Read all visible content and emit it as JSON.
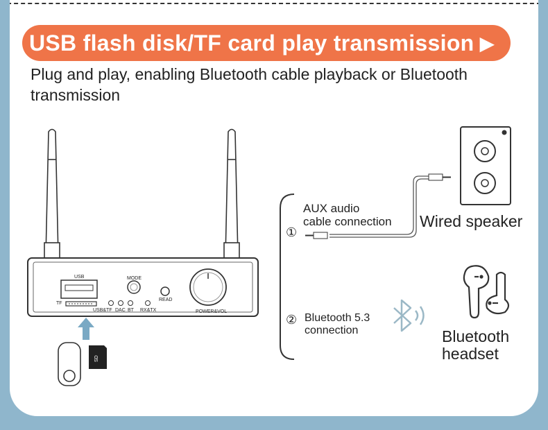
{
  "banner": {
    "title": "USB flash disk/TF card play transmission",
    "arrow_icon": "play-triangle-icon"
  },
  "subtitle": "Plug and play, enabling Bluetooth cable playback or Bluetooth transmission",
  "device": {
    "labels": {
      "usb": "USB",
      "tf": "TF",
      "mode": "MODE",
      "read": "READ",
      "usb_tf": "USB&TF",
      "dac": "DAC",
      "bt": "BT",
      "rx_tx": "RX&TX",
      "power_vol": "POWER&VOL"
    }
  },
  "connections": {
    "aux": {
      "number": "①",
      "line1": "AUX audio",
      "line2": "cable connection"
    },
    "bluetooth": {
      "number": "②",
      "line1": "Bluetooth 5.3",
      "line2": "connection"
    }
  },
  "outputs": {
    "wired_speaker": "Wired speaker",
    "headset_line1": "Bluetooth",
    "headset_line2": "headset"
  },
  "colors": {
    "banner": "#ef7448",
    "background": "#8fb6cc",
    "upload_arrow": "#7aa9c4",
    "bluetooth_icon": "#9bb8c6"
  }
}
